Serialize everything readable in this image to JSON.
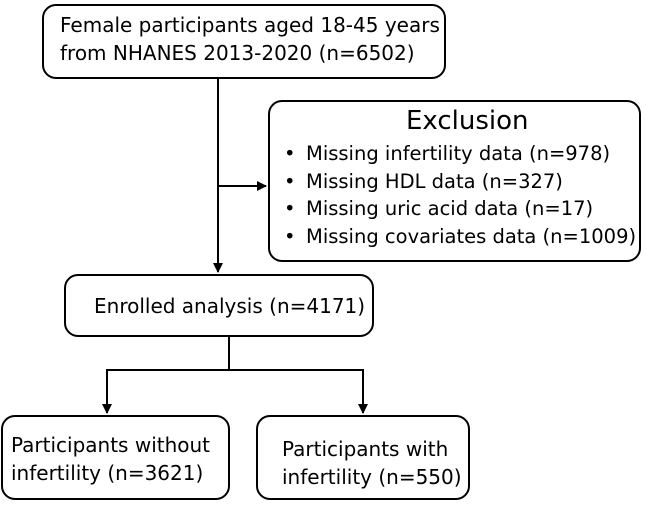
{
  "top_box": {
    "line1": "Female participants aged 18-45 years",
    "line2": "from NHANES 2013-2020 (n=6502)"
  },
  "exclusion": {
    "title": "Exclusion",
    "items": [
      "Missing infertility data (n=978)",
      "Missing HDL data (n=327)",
      "Missing uric acid data (n=17)",
      "Missing covariates data (n=1009)"
    ]
  },
  "enrolled": {
    "label": "Enrolled analysis (n=4171)"
  },
  "without_infertility": {
    "line1": "Participants without",
    "line2": "infertility (n=3621)"
  },
  "with_infertility": {
    "line1": "Participants with",
    "line2": "infertility (n=550)"
  }
}
